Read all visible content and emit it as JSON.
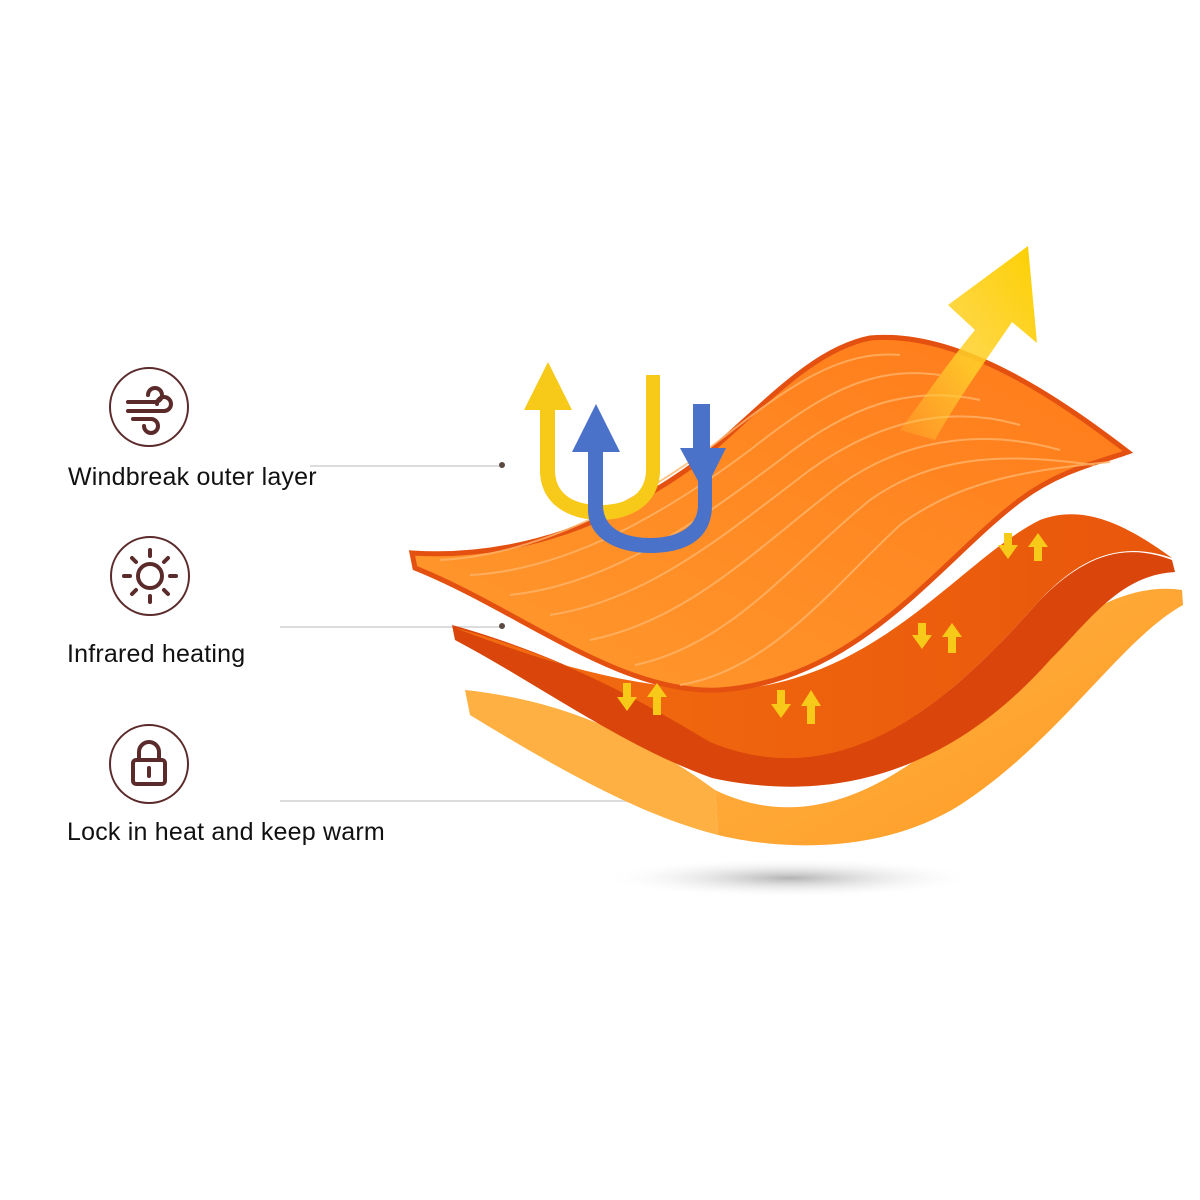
{
  "features": [
    {
      "label": "Windbreak outer layer",
      "icon": "wind-icon"
    },
    {
      "label": "Infrared heating",
      "icon": "sun-icon"
    },
    {
      "label": "Lock in heat and keep warm",
      "icon": "lock-icon"
    }
  ],
  "colors": {
    "icon_stroke": "#5b2a2a",
    "outer_layer": "#ff8a1c",
    "middle_layer": "#f25a0c",
    "inner_layer": "#ffa53a",
    "arrow_yellow": "#f7c919",
    "arrow_blue": "#4a72c8"
  }
}
